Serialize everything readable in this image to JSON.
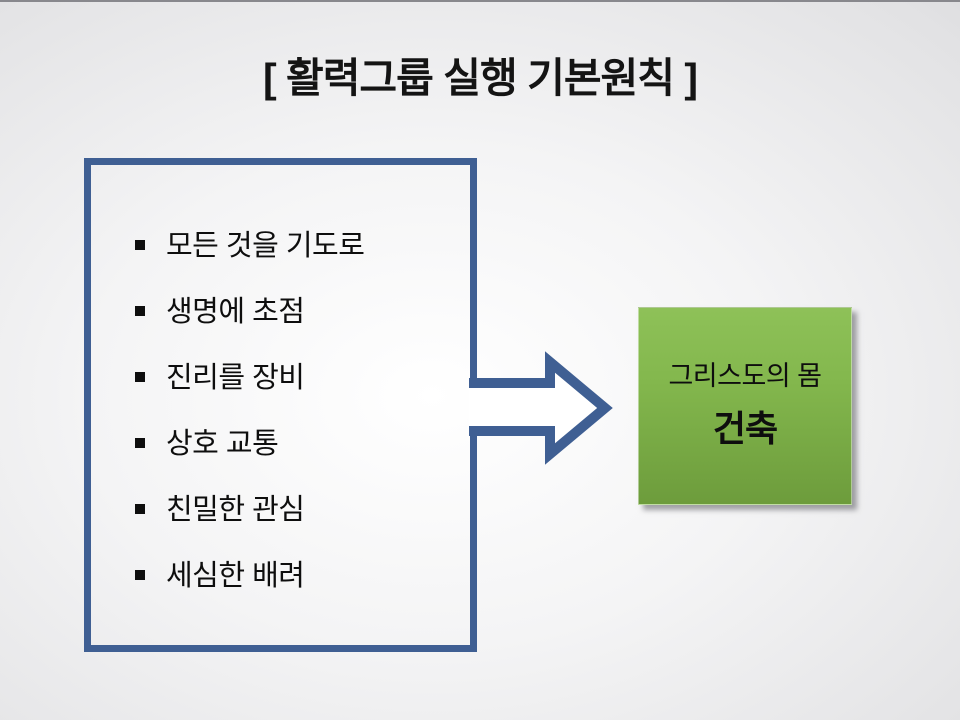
{
  "slide": {
    "title": "[ 활력그룹 실행 기본원칙 ]",
    "principles": [
      "모든 것을 기도로",
      "생명에 초점",
      "진리를 장비",
      "상호 교통",
      "친밀한 관심",
      "세심한 배려"
    ],
    "result_box": {
      "line1": "그리스도의 몸",
      "line2": "건축"
    }
  },
  "colors": {
    "accent_blue": "#3F5F93",
    "green_top": "#8EC158",
    "green_bottom": "#6D9C3C",
    "title_text": "#141414",
    "body_text": "#0E0E0E",
    "bg_center": "#FFFFFF",
    "bg_edge": "#C7C7CB",
    "top_edge": "#88888D"
  }
}
